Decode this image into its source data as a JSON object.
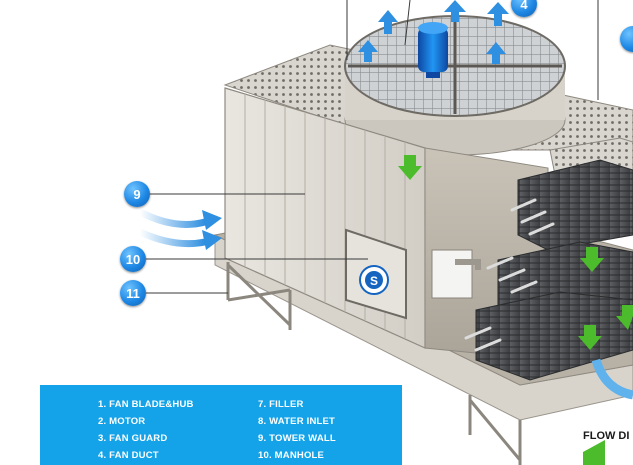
{
  "callouts": {
    "c4": "4",
    "c9": "9",
    "c10": "10",
    "c11": "11"
  },
  "legend": {
    "items": [
      "1. FAN BLADE&HUB",
      "2. MOTOR",
      "3. FAN GUARD",
      "4. FAN DUCT",
      "7. FILLER",
      "8. WATER INLET",
      "9. TOWER WALL",
      "10. MANHOLE"
    ]
  },
  "flow_label": "FLOW DI",
  "manhole_logo": "S",
  "colors": {
    "legend_bg": "#14a3e8",
    "callout_blue": "#1e88e5",
    "airflow_blue": "#2f8fe0",
    "waterflow_green": "#4cbb2c",
    "motor_blue": "#1565c0"
  },
  "icons": [
    "air-arrow-icon",
    "water-arrow-icon",
    "fan-motor-icon",
    "manhole-logo-icon"
  ]
}
